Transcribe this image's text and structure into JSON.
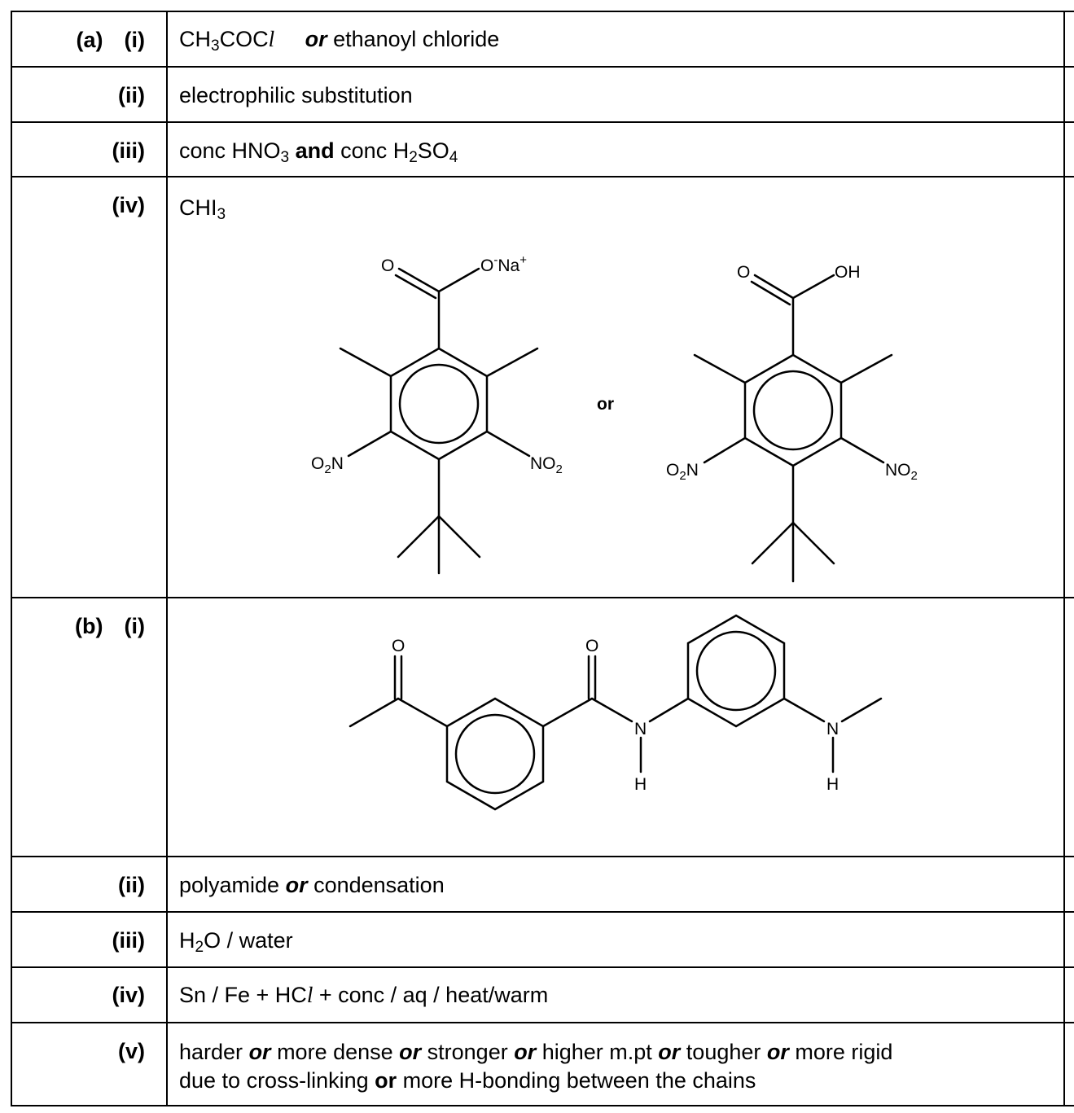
{
  "rows": [
    {
      "part": "(a)",
      "sub": "(i)"
    },
    {
      "part": "",
      "sub": "(ii)"
    },
    {
      "part": "",
      "sub": "(iii)"
    },
    {
      "part": "",
      "sub": "(iv)"
    },
    {
      "part": "(b)",
      "sub": "(i)"
    },
    {
      "part": "",
      "sub": "(ii)"
    },
    {
      "part": "",
      "sub": "(iii)"
    },
    {
      "part": "",
      "sub": "(iv)"
    },
    {
      "part": "",
      "sub": "(v)"
    }
  ],
  "answers": {
    "a_i": {
      "formula_a": "CH",
      "formula_sub": "3",
      "formula_b": "COC",
      "formula_l": "l",
      "or": "or",
      "text": " ethanoyl chloride"
    },
    "a_ii": {
      "text": "electrophilic substitution"
    },
    "a_iii": {
      "t1": "conc HNO",
      "s1": "3",
      "and": "and",
      "t2": " conc H",
      "s2": "2",
      "t3": "SO",
      "s3": "4"
    },
    "a_iv": {
      "formula": "CHI",
      "formula_sub": "3",
      "or_label": "or",
      "struct1": {
        "o": "O",
        "o_minus": "O",
        "minus": "-",
        "na": "Na",
        "plus": "+",
        "left_o2": "O",
        "left_2": "2",
        "left_n": "N",
        "right_no": "NO",
        "right_2": "2"
      },
      "struct2": {
        "o": "O",
        "oh": "OH",
        "left_o2": "O",
        "left_2": "2",
        "left_n": "N",
        "right_no": "NO",
        "right_2": "2"
      }
    },
    "b_i": {
      "o1": "O",
      "o2": "O",
      "n1": "N",
      "h1": "H",
      "n2": "N",
      "h2": "H"
    },
    "b_ii": {
      "t1": "polyamide ",
      "or": "or",
      "t2": " condensation"
    },
    "b_iii": {
      "t1": "H",
      "s1": "2",
      "t2": "O / water"
    },
    "b_iv": {
      "t1": "Sn / Fe + HC",
      "l": "l",
      "t2": " + conc / aq / heat/warm"
    },
    "b_v": {
      "line1": [
        {
          "text": "harder ",
          "style": "plain"
        },
        {
          "text": "or",
          "style": "bi"
        },
        {
          "text": " more dense ",
          "style": "plain"
        },
        {
          "text": "or",
          "style": "bi"
        },
        {
          "text": " stronger ",
          "style": "plain"
        },
        {
          "text": "or",
          "style": "bi"
        },
        {
          "text": " higher m.pt ",
          "style": "plain"
        },
        {
          "text": "or",
          "style": "bi"
        },
        {
          "text": " tougher ",
          "style": "plain"
        },
        {
          "text": "or",
          "style": "bi"
        },
        {
          "text": " more rigid",
          "style": "plain"
        }
      ],
      "line2_a": "due to cross-linking ",
      "line2_or": "or",
      "line2_b": " more H-bonding between the chains"
    }
  }
}
